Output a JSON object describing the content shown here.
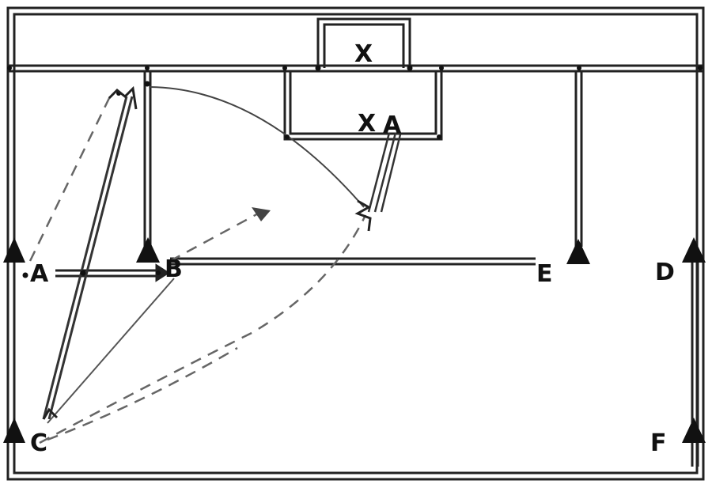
{
  "colors": {
    "line": "#222222",
    "dashed": "#666666",
    "cone": "#111111",
    "background": "#ffffff"
  },
  "labels": {
    "goal_keeper": "X",
    "defender": "X",
    "attacker": "A",
    "a": "A",
    "b": "B",
    "c": "C",
    "d": "D",
    "e": "E",
    "f": "F"
  },
  "icons": {
    "cone": "cone-icon",
    "player": "player-icon",
    "ball": "ball-icon"
  }
}
